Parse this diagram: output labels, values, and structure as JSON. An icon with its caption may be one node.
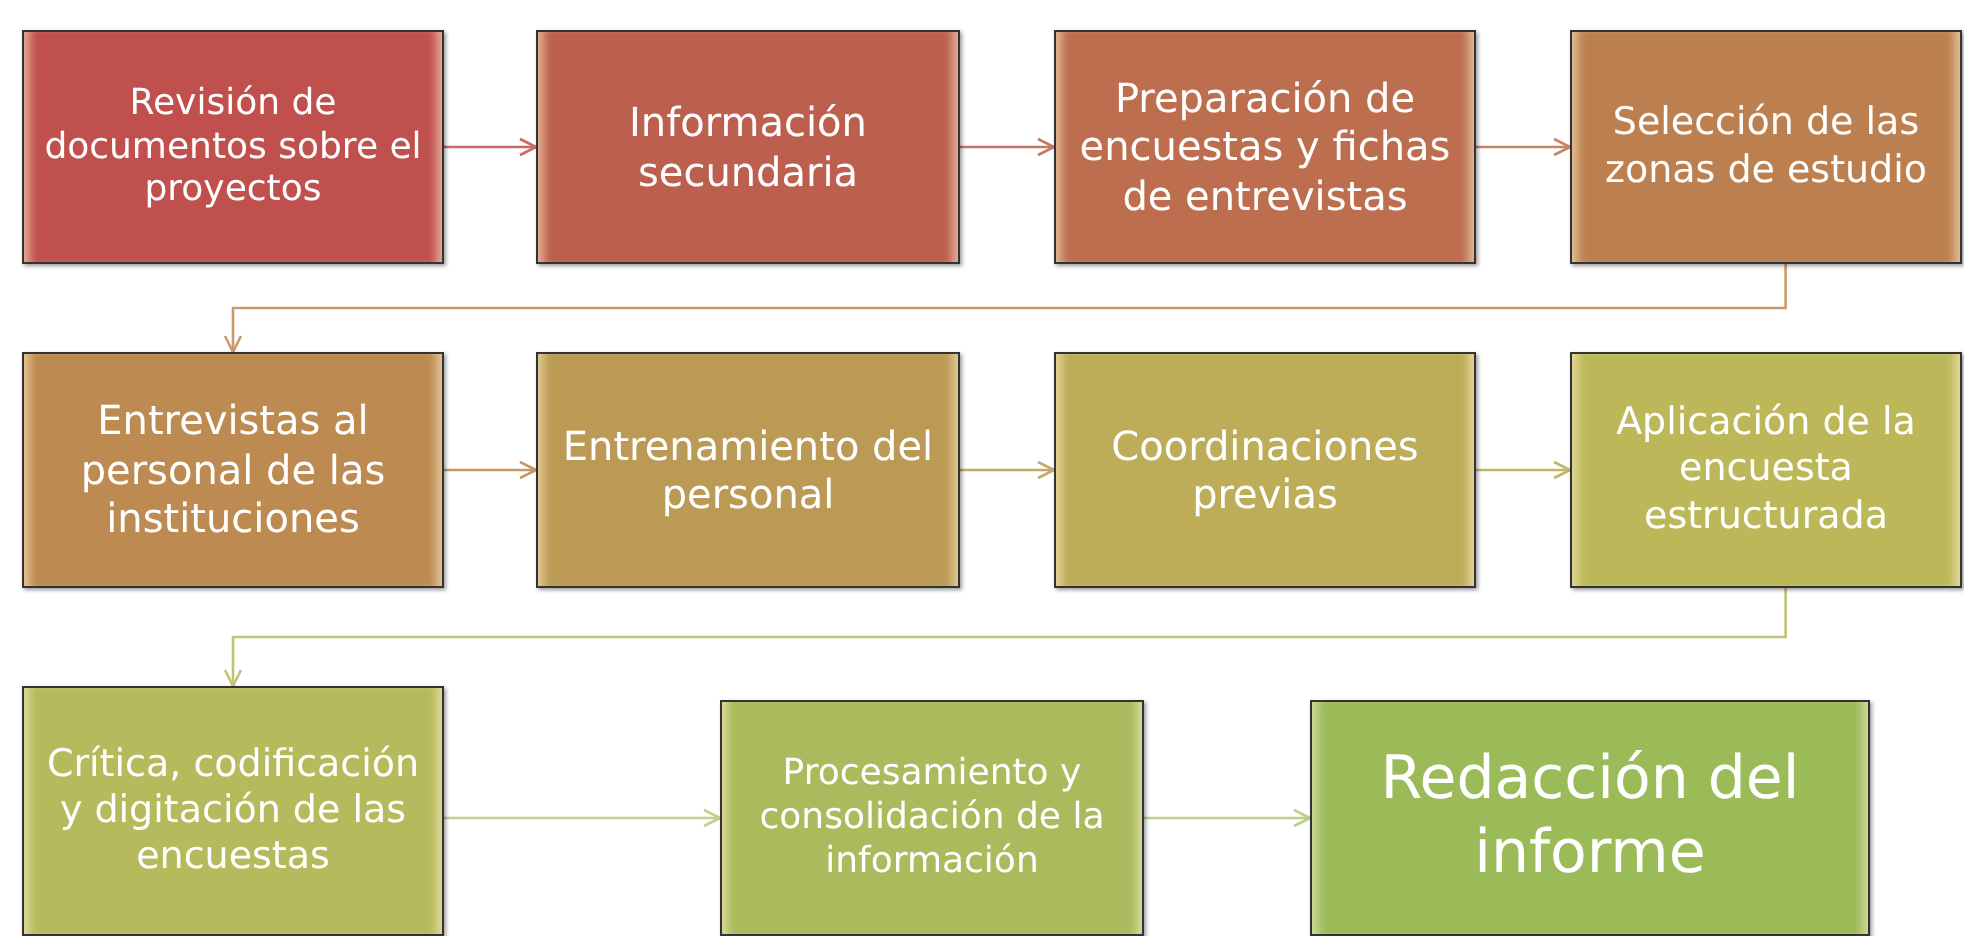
{
  "diagram": {
    "nodes": [
      {
        "text": [
          "Revisión de documentos sobre el proyectos"
        ]
      },
      {
        "text": [
          "Información secundaria"
        ]
      },
      {
        "text": [
          "Preparación de encuestas y fichas de entrevistas"
        ]
      },
      {
        "text": [
          "Selección de las zonas de estudio"
        ]
      },
      {
        "text": [
          "Entrevistas al personal de las instituciones"
        ]
      },
      {
        "text": [
          "Entrenamiento del personal"
        ]
      },
      {
        "text": [
          "Coordinaciones previas"
        ]
      },
      {
        "text": [
          "Aplicación de la encuesta estructurada"
        ]
      },
      {
        "text": [
          "Crítica, codificación y digitación de las encuestas"
        ]
      },
      {
        "text": [
          "Procesamiento y consolidación de la información"
        ]
      },
      {
        "text": [
          "Redacción del informe"
        ]
      }
    ],
    "edges": [
      {
        "from": 0,
        "to": 1,
        "arrow": "to",
        "color": "#c86a66"
      },
      {
        "from": 1,
        "to": 2,
        "arrow": "to",
        "color": "#c67766"
      },
      {
        "from": 2,
        "to": 3,
        "arrow": "to",
        "color": "#c68566"
      },
      {
        "from": 3,
        "to": 4,
        "arrow": "to",
        "color": "#c99a6c"
      },
      {
        "from": 4,
        "to": 5,
        "arrow": "to",
        "color": "#c6996a"
      },
      {
        "from": 5,
        "to": 6,
        "arrow": "to",
        "color": "#c4a86c"
      },
      {
        "from": 6,
        "to": 7,
        "arrow": "to",
        "color": "#c4b46a"
      },
      {
        "from": 7,
        "to": 8,
        "arrow": "to",
        "color": "#c2c276"
      },
      {
        "from": 8,
        "to": 9,
        "arrow": "to",
        "color": "#c6d08e"
      },
      {
        "from": 9,
        "to": 10,
        "arrow": "to",
        "color": "#bcd08e"
      }
    ]
  }
}
